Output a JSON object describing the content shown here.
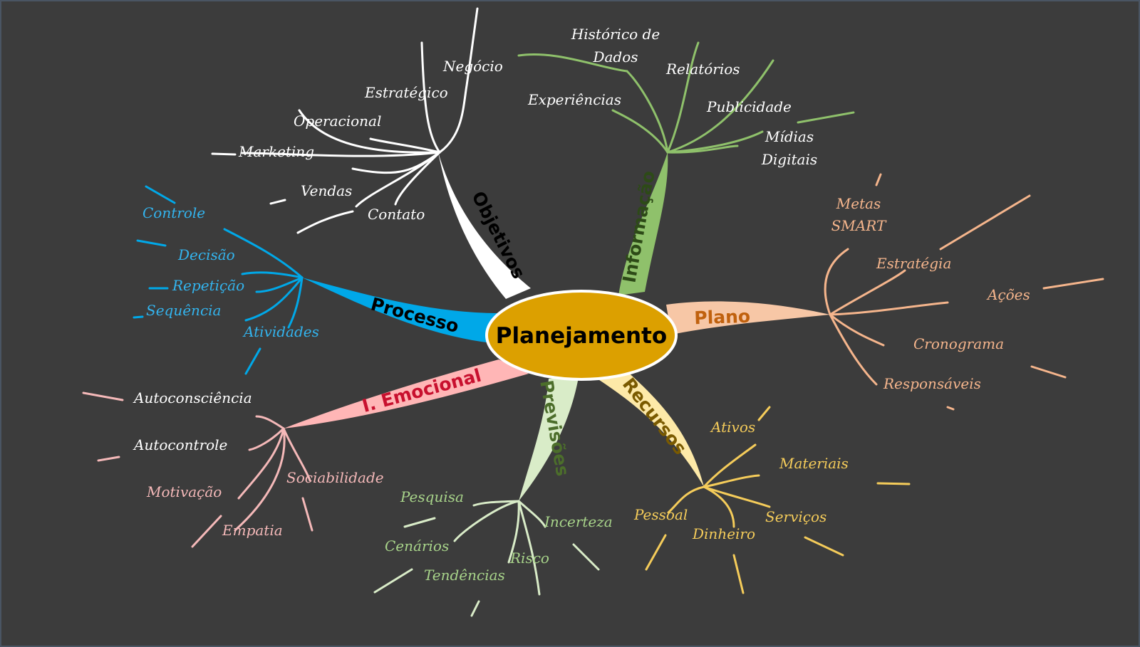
{
  "center": {
    "label": "Planejamento",
    "fill": "#dca000",
    "stroke": "#ffffff"
  },
  "branches": [
    {
      "key": "objetivos",
      "label": "Objetivos",
      "color": "#ffffff",
      "label_color": "#000000",
      "leaves": [
        "Negócio",
        "Estratégico",
        "Operacional",
        "Marketing",
        "Vendas",
        "Contato"
      ]
    },
    {
      "key": "informacao",
      "label": "Informação",
      "color": "#8fc16b",
      "label_color": "#2d4a17",
      "leaves": [
        "Histórico de",
        "Dados",
        "Relatórios",
        "Experiências",
        "Publicidade",
        "Mídias",
        "Digitais"
      ]
    },
    {
      "key": "plano",
      "label": "Plano",
      "color": "#f7c7a6",
      "label_color": "#c0610e",
      "leaves": [
        "Metas",
        "SMART",
        "Estratégia",
        "Ações",
        "Cronograma",
        "Responsáveis"
      ]
    },
    {
      "key": "recursos",
      "label": "Recursos",
      "color": "#fde9a8",
      "label_color": "#7a5a00",
      "leaves": [
        "Ativos",
        "Materiais",
        "Serviços",
        "Dinheiro",
        "Pessoal"
      ]
    },
    {
      "key": "previsoes",
      "label": "Previsões",
      "color": "#d9ecc8",
      "label_color": "#4c6e2b",
      "leaves": [
        "Pesquisa",
        "Incerteza",
        "Cenários",
        "Risco",
        "Tendências"
      ]
    },
    {
      "key": "emocional",
      "label": "I. Emocional",
      "color": "#ffb6b6",
      "label_color": "#c8102e",
      "leaves": [
        "Autoconsciência",
        "Autocontrole",
        "Motivação",
        "Sociabilidade",
        "Empatia"
      ]
    },
    {
      "key": "processo",
      "label": "Processo",
      "color": "#00a8e8",
      "label_color": "#000000",
      "leaves": [
        "Controle",
        "Decisão",
        "Repetição",
        "Sequência",
        "Atividades"
      ]
    }
  ],
  "leaf_colors": {
    "objetivos": "#ffffff",
    "informacao": "#9ccc79",
    "plano": "#f5b58c",
    "recursos": "#f5cc5a",
    "previsoes": "#a8d48a",
    "emocional": "#f5b9b9",
    "processo": "#33b4ee"
  }
}
